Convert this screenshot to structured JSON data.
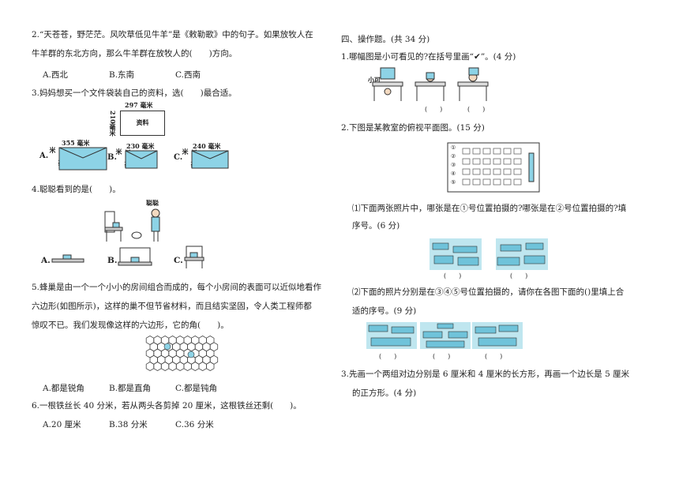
{
  "left": {
    "q2": {
      "line1": "2.“天苍苍，野茫茫。风吹草低见牛羊”是《敕勒歌》中的句子。如果放牧人在",
      "line2": "牛羊群的东北方向，那么牛羊群在放牧人的(　　)方向。",
      "options": [
        "A.西北",
        "B.东南",
        "C.西南"
      ]
    },
    "q3": {
      "text": "3.妈妈想买一个文件袋装自己的资料，选(　　)最合适。",
      "doc": {
        "width": "297 毫米",
        "height": "210毫米",
        "label": "资料"
      },
      "options": [
        {
          "letter": "A.",
          "w": "355 毫米",
          "h": "200毫米"
        },
        {
          "letter": "B.",
          "w": "230 毫米",
          "h": "170毫米"
        },
        {
          "letter": "C.",
          "w": "240 毫米",
          "h": "170毫米"
        }
      ]
    },
    "q4": {
      "text": "4.聪聪看到的是(　　)。",
      "person": "聪聪",
      "options": [
        "A.",
        "B.",
        "C."
      ]
    },
    "q5": {
      "line1": "5.蜂巢是由一个一个小小的房间组合而成的，每个小房间的表面可以近似地看作",
      "line2": "六边形(如图所示)，这样的巢不但节省材料，而且结实坚固，令人类工程师都",
      "line3": "惊叹不已。我们发现像这样的六边形，它的角(　　)。",
      "options": [
        "A.都是锐角",
        "B.都是直角",
        "C.都是钝角"
      ]
    },
    "q6": {
      "text": "6.一根铁丝长 40 分米，若从两头各剪掉 20 厘米，这根铁丝还剩(　　)。",
      "options": [
        "A.20 厘米",
        "B.38 分米",
        "C.36 分米"
      ]
    }
  },
  "right": {
    "section": "四、操作题。(共 34 分)",
    "q1": {
      "text": "1.哪幅图是小可看见的?在括号里画“✔”。(4 分)",
      "person": "小可",
      "paren": "(　　)"
    },
    "q2": {
      "text": "2.下图是某教室的俯视平面图。(15 分)",
      "sub1_line1": "⑴下面两张照片中，哪张是在①号位置拍摄的?哪张是在②号位置拍摄的?填",
      "sub1_line2": "序号。(6 分)",
      "sub2_line1": "⑵下面的照片分别是在③④⑤号位置拍摄的，请你在各图下面的()里填上合",
      "sub2_line2": "适的序号。(9 分)",
      "paren": "(　　)",
      "positions": [
        "①",
        "②",
        "③",
        "④",
        "⑤"
      ]
    },
    "q3": {
      "line1": "3.先画一个两组对边分别是 6 厘米和 4 厘米的长方形，再画一个边长是 5 厘米",
      "line2": "的正方形。(4 分)"
    }
  }
}
